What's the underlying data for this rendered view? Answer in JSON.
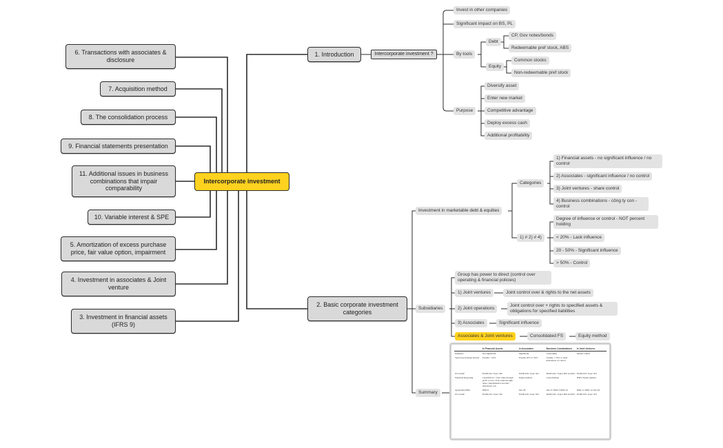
{
  "root": "Intercorporate investment",
  "left_topics": {
    "t6": "6. Transactions with associates & disclosure",
    "t7": "7. Acquisition method",
    "t8": "8. The consolidation process",
    "t9": "9. Financial statements presentation",
    "t11": "11. Additional issues in business combinations that impair comparability",
    "t10": "10. Variable interest & SPE",
    "t5": "5. Amortization of excess purchase price, fair value option, impairment",
    "t4": "4. Investment in associates & Joint venture",
    "t3": "3. Investment in financial assets (IFRS 9)"
  },
  "intro": {
    "label": "1. Introduction",
    "question": "Intercorporate investment ?",
    "invest_other": "Invest in other companies",
    "impact": "Significant impact on BS, PL",
    "by_tools": "By tools",
    "debt": "Debt",
    "debt_items": [
      "CP, Gov notes/bonds",
      "Redeemable pref stock, ABS"
    ],
    "equity": "Equity",
    "equity_items": [
      "Common stocks",
      "Non-redeemable pref stock"
    ],
    "purpose": "Purpose",
    "purpose_items": [
      "Diversify asset",
      "Enter new market",
      "Competitive advantage",
      "Deploy excess cash",
      "Additional profitability"
    ]
  },
  "basic": {
    "label": "2. Basic corporate investment categories",
    "marketable": "Investment in marketable debt & equities",
    "categories": "Categories",
    "category_items": [
      "1) Financial assets - no significant influence / no control",
      "2) Associates - significant influence / no control",
      "3) Joint ventures - share control",
      "4) Business combinations - công ty con - control"
    ],
    "ne": "1) # 2) # 4)",
    "ne_items": [
      "Degree of influence or control - NOT percent holding",
      "< 20% - Lack influence",
      "20 - 50% - Significant influence",
      "> 50% - Control"
    ],
    "subsidiaries": "Subsidiaries",
    "group_power": "Group has power to direct (control over operating & financial policies)",
    "joint_ventures": "1) Joint ventures",
    "joint_ventures_desc": "Joint control over & rights to the net assets",
    "joint_operations": "2) Joint operations",
    "joint_operations_desc": "Joint control over + rights to specified assets & obligations for specified liabilities",
    "associates": "3) Associates",
    "associates_desc": "Significant influence",
    "assoc_jv": "Associates & Joint ventures",
    "consolidated_fs": "Consolidated FS",
    "equity_method": "Equity method",
    "summary": "Summary"
  },
  "summary_table": {
    "headers": [
      "",
      "In Financial Assets",
      "In Associates",
      "Business Combinations",
      "In Joint Ventures"
    ],
    "rows": [
      [
        "Influence",
        "Not significant",
        "Significant",
        "Controlling",
        "Shared control"
      ],
      [
        "Typical percentage interest",
        "Usually < 20%",
        "Usually 20% to 50%",
        "Usually > 50% or other indications of control",
        ""
      ],
      [
        "US GAAP",
        "FASB ASC Topic 320",
        "FASB ASC Topic 323",
        "FASB ASC Topics 805 and 810",
        "FASB ASC Topic 323"
      ],
      [
        "Financial Reporting",
        "Classified as: • Fair value through profit or loss • Fair value through other comprehensive income • Amortized cost",
        "Equity method",
        "Consolidation",
        "IFRS: Equity method"
      ],
      [
        "Applicable IFRS",
        "IFRS 9",
        "IAS 28",
        "IAS 27 IFRS 3 IFRS 10",
        "IFRS 11 IFRS 12 IAS 28"
      ],
      [
        "US GAAP",
        "FASB ASC Topic 320",
        "FASB ASC Topic 323",
        "FASB ASC Topics 805 and 810",
        "FASB ASC Topic 323"
      ]
    ]
  }
}
